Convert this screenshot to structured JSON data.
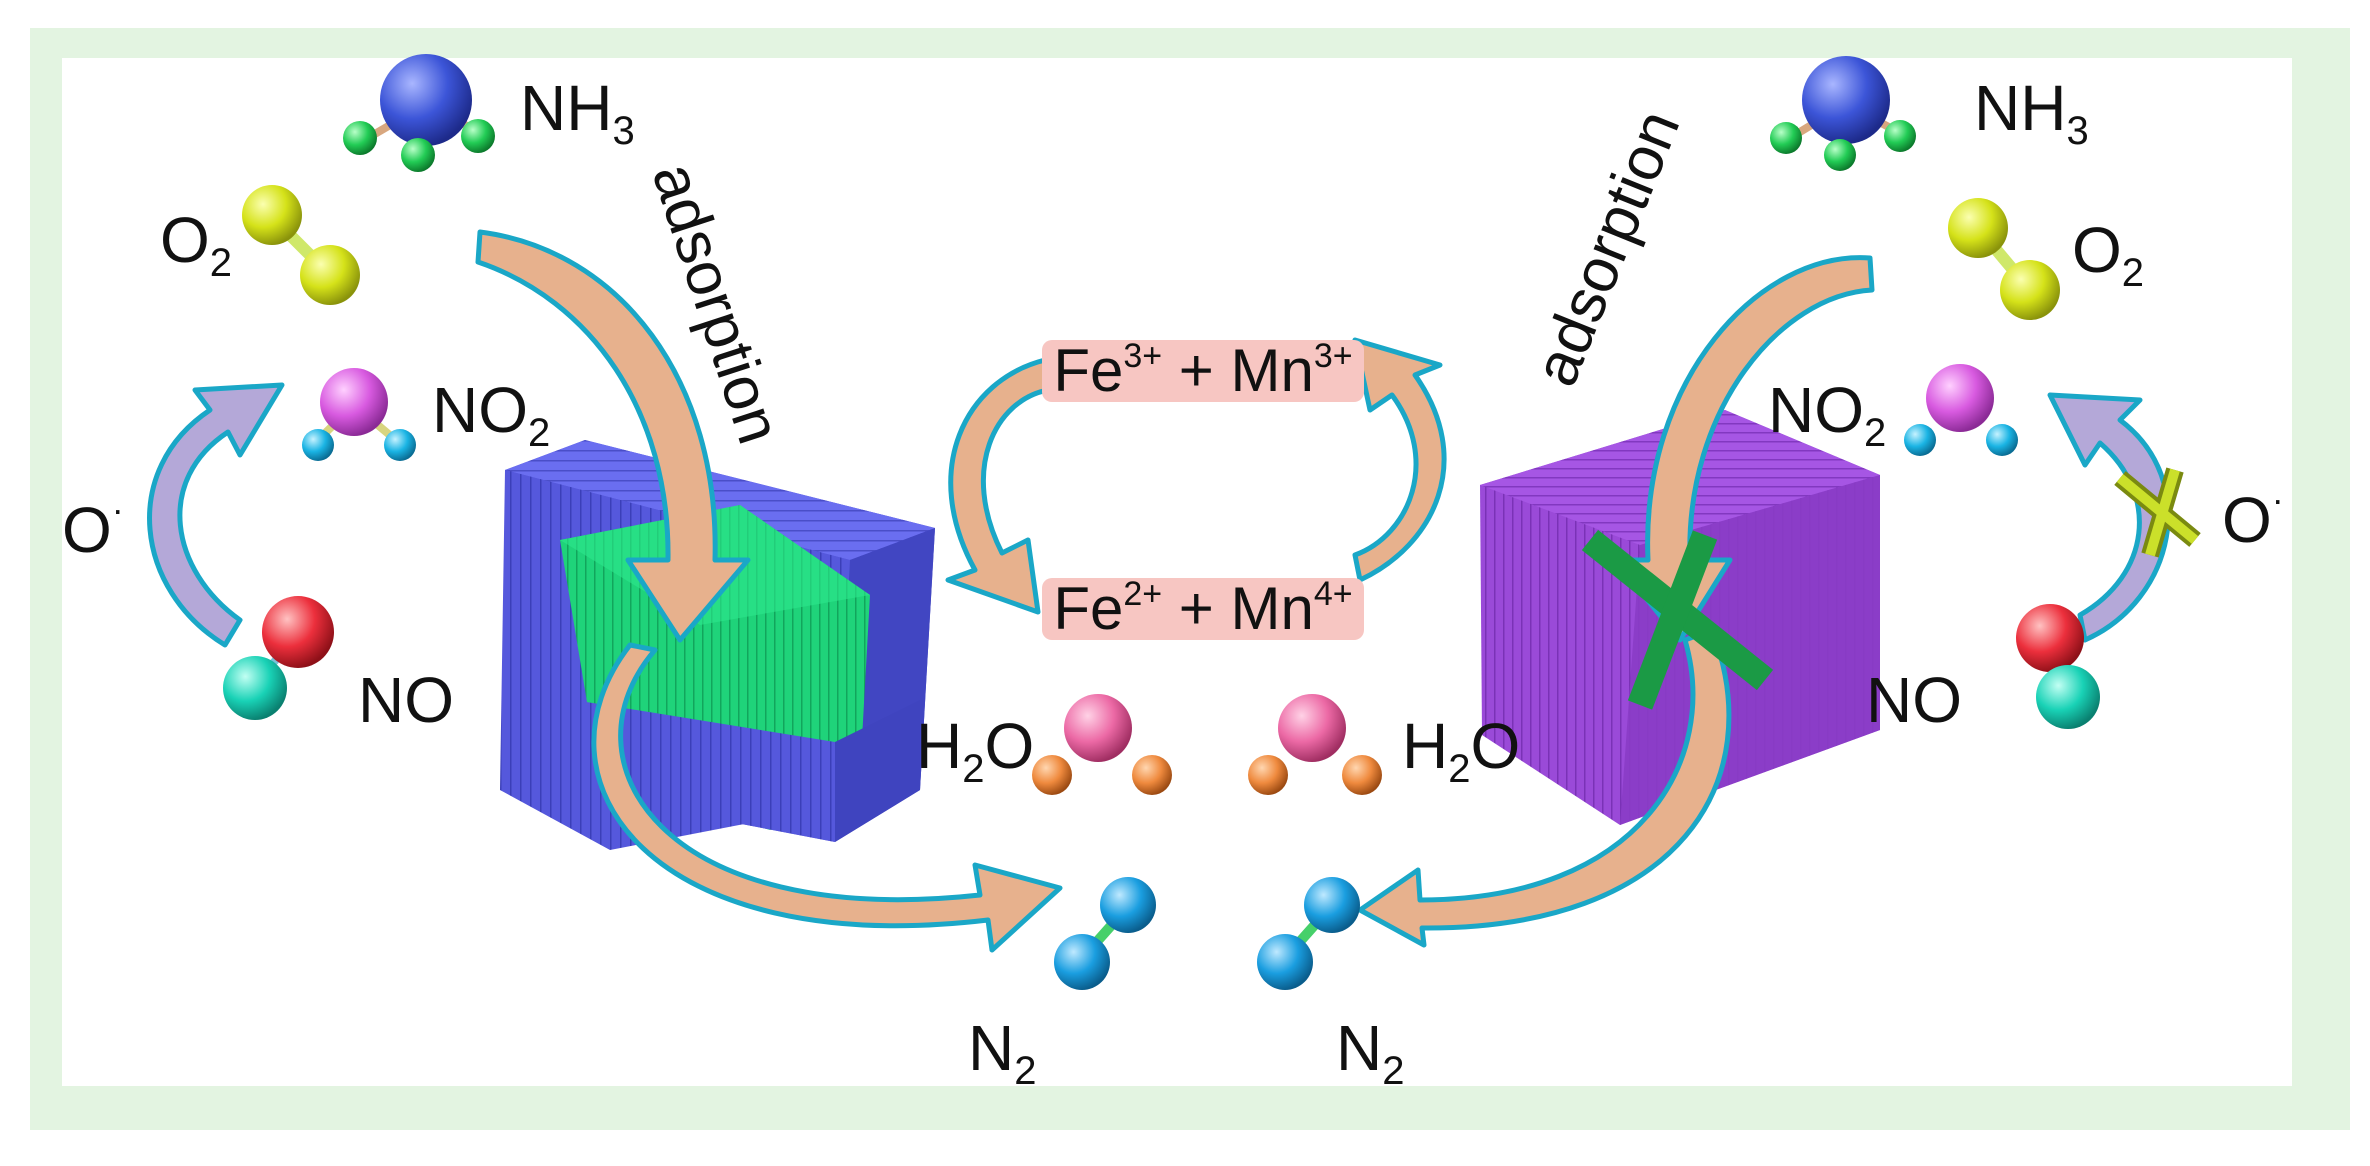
{
  "colors": {
    "frame": "#e3f4e1",
    "panel": "#ffffff",
    "arrow_fill": "#e7b18d",
    "arrow_edge": "#1aa7c7",
    "cube_blue": "#5456d8",
    "cube_core": "#1fd37a",
    "cube_purple": "#9a4ad8",
    "cross": "#1b9a45",
    "ion_box": "#f7c6c2",
    "atom_N": "#3c55d8",
    "atom_H_green": "#22cc55",
    "atom_O2": "#d5e219",
    "atom_N_pink": "#d85ae0",
    "atom_O_cyan": "#1ab4e4",
    "atom_NO_red": "#ec2f3c",
    "atom_NO_teal": "#19d2b6",
    "atom_H2O_pink": "#ec69a5",
    "atom_H2O_orange": "#ef8a3e",
    "atom_N2": "#1a9ee0"
  },
  "left": {
    "nh3": {
      "main": "NH",
      "sub": "3"
    },
    "o2": {
      "main": "O",
      "sub": "2"
    },
    "no2": {
      "main": "NO",
      "sub": "2"
    },
    "oxygen_radical": {
      "main": "O",
      "sup": "·"
    },
    "no": "NO",
    "adsorption": "adsorption",
    "h2o": {
      "main": "H",
      "sub": "2",
      "rest": "O"
    },
    "n2": {
      "main": "N",
      "sub": "2"
    }
  },
  "right": {
    "nh3": {
      "main": "NH",
      "sub": "3"
    },
    "o2": {
      "main": "O",
      "sub": "2"
    },
    "no2": {
      "main": "NO",
      "sub": "2"
    },
    "oxygen_radical": {
      "main": "O",
      "sup": "·"
    },
    "no": "NO",
    "adsorption": "adsorption",
    "h2o": {
      "main": "H",
      "sub": "2",
      "rest": "O"
    },
    "n2": {
      "main": "N",
      "sub": "2"
    }
  },
  "center": {
    "top_ion": {
      "fe": "Fe",
      "fe_sup": "3+",
      "plus": " + ",
      "mn": "Mn",
      "mn_sup": "3+"
    },
    "bottom_ion": {
      "fe": "Fe",
      "fe_sup": "2+",
      "plus": " + ",
      "mn": "Mn",
      "mn_sup": "4+"
    }
  }
}
